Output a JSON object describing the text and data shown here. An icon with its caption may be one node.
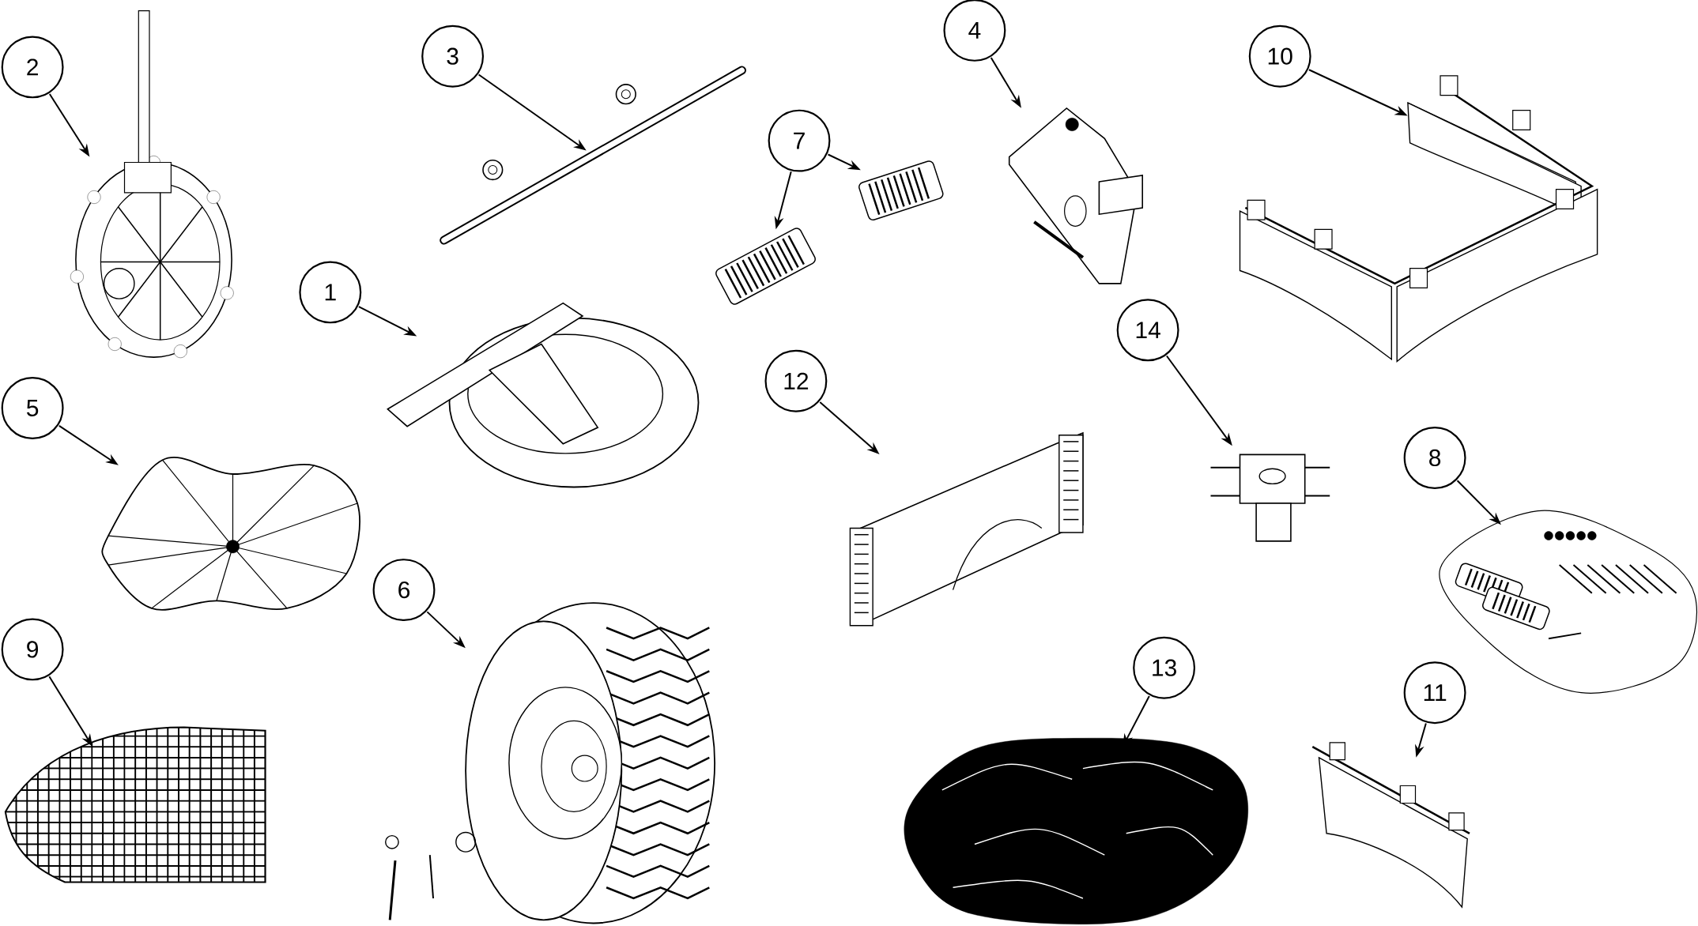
{
  "diagram": {
    "nodes": [
      {
        "text": [
          "2"
        ]
      },
      {
        "text": [
          "3"
        ]
      },
      {
        "text": [
          "4"
        ]
      },
      {
        "text": [
          "10"
        ]
      },
      {
        "text": [
          "7"
        ]
      },
      {
        "text": [
          "1"
        ]
      },
      {
        "text": [
          "14"
        ]
      },
      {
        "text": [
          "12"
        ]
      },
      {
        "text": [
          "5"
        ]
      },
      {
        "text": [
          "8"
        ]
      },
      {
        "text": [
          "6"
        ]
      },
      {
        "text": [
          "9"
        ]
      },
      {
        "text": [
          "13"
        ]
      },
      {
        "text": [
          "11"
        ]
      },
      {
        "text": [],
        "shape": "picture"
      },
      {
        "text": [],
        "shape": "picture"
      },
      {
        "text": [],
        "shape": "picture"
      },
      {
        "text": [],
        "shape": "picture"
      },
      {
        "text": [],
        "shape": "picture"
      },
      {
        "text": [],
        "shape": "picture"
      },
      {
        "text": [],
        "shape": "picture"
      },
      {
        "text": [],
        "shape": "picture"
      },
      {
        "text": [],
        "shape": "picture"
      },
      {
        "text": [],
        "shape": "picture"
      },
      {
        "text": [],
        "shape": "picture"
      },
      {
        "text": [],
        "shape": "picture"
      },
      {
        "text": [],
        "shape": "picture"
      },
      {
        "text": [],
        "shape": "picture"
      },
      {
        "text": [],
        "shape": "picture"
      }
    ],
    "edges": [
      {
        "from": 0,
        "to": 14,
        "arrow": "to"
      },
      {
        "from": 1,
        "to": 15,
        "arrow": "to"
      },
      {
        "from": 2,
        "to": 16,
        "arrow": "to"
      },
      {
        "from": 3,
        "to": 17,
        "arrow": "to"
      },
      {
        "from": 4,
        "to": 18,
        "arrow": "to"
      },
      {
        "from": 4,
        "to": 19,
        "arrow": "to"
      },
      {
        "from": 5,
        "to": 20,
        "arrow": "to"
      },
      {
        "from": 6,
        "to": 21,
        "arrow": "to"
      },
      {
        "from": 7,
        "to": 22,
        "arrow": "to"
      },
      {
        "from": 8,
        "to": 23,
        "arrow": "to"
      },
      {
        "from": 9,
        "to": 24,
        "arrow": "to"
      },
      {
        "from": 10,
        "to": 25,
        "arrow": "to"
      },
      {
        "from": 11,
        "to": 26,
        "arrow": "to"
      },
      {
        "from": 12,
        "to": 27,
        "arrow": "to"
      },
      {
        "from": 13,
        "to": 28,
        "arrow": "to"
      }
    ]
  }
}
